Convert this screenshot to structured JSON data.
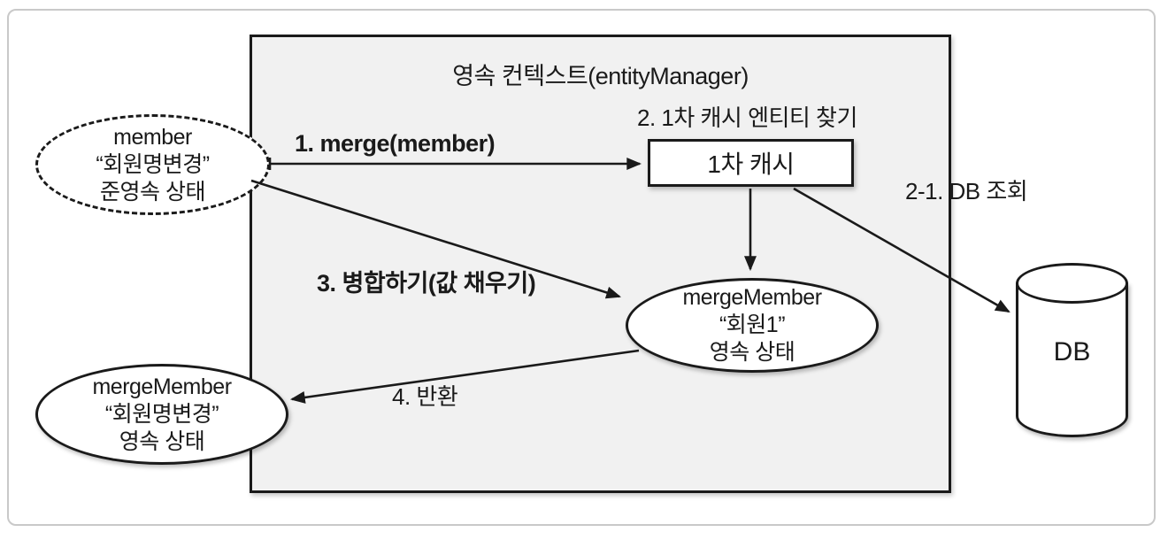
{
  "diagram": {
    "container_title": "영속 컨텍스트(entityManager)",
    "nodes": {
      "member": {
        "lines": [
          "member",
          "“회원명변경”",
          "준영속 상태"
        ]
      },
      "first_cache": {
        "label": "1차 캐시"
      },
      "merge_member_persistent": {
        "lines": [
          "mergeMember",
          "“회원1”",
          "영속 상태"
        ]
      },
      "merge_member_returned": {
        "lines": [
          "mergeMember",
          "“회원명변경”",
          "영속 상태"
        ]
      },
      "db": {
        "label": "DB"
      }
    },
    "labels": {
      "step1": "1. merge(member)",
      "step2": "2. 1차 캐시 엔티티 찾기",
      "step2_1": "2-1.  DB 조회",
      "step3": "3. 병합하기(값 채우기)",
      "step4": "4. 반환"
    },
    "colors": {
      "context_fill": "#f1f1f1",
      "node_fill": "#ffffff",
      "stroke": "#1a1a1a",
      "outer_border": "#c9c9c9",
      "page_bg": "#ffffff"
    }
  }
}
